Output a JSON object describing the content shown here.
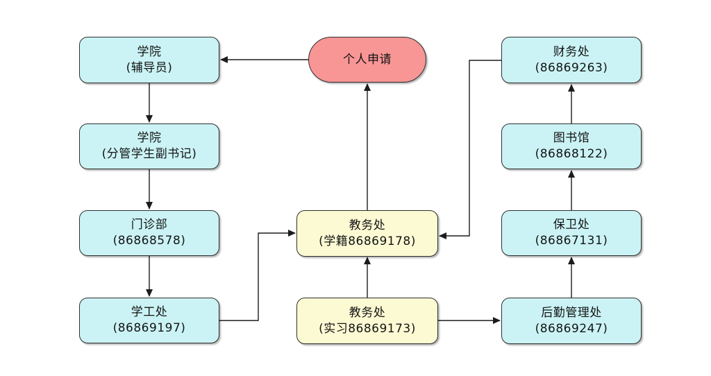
{
  "diagram": {
    "kind": "flowchart",
    "background": "#ffffff",
    "palette": {
      "department_fill": "#cbf3f5",
      "academic_office_fill": "#fcfad3",
      "start_fill": "#f89595",
      "node_border": "#2e2e2e",
      "arrow": "#1c1c1c"
    },
    "nodes": [
      {
        "id": "personal-application",
        "shape": "stadium",
        "fill": "#f89595",
        "lines": [
          "个人申请"
        ]
      },
      {
        "id": "college-counselor",
        "shape": "rounded-rect",
        "fill": "#cbf3f5",
        "lines": [
          "学院",
          "(辅导员)"
        ]
      },
      {
        "id": "college-deputy-secretary",
        "shape": "rounded-rect",
        "fill": "#cbf3f5",
        "lines": [
          "学院",
          "(分管学生副书记)"
        ]
      },
      {
        "id": "outpatient-clinic",
        "shape": "rounded-rect",
        "fill": "#cbf3f5",
        "lines": [
          "门诊部",
          "(86868578)"
        ]
      },
      {
        "id": "student-affairs-office",
        "shape": "rounded-rect",
        "fill": "#cbf3f5",
        "lines": [
          "学工处",
          "(86869197)"
        ]
      },
      {
        "id": "academic-affairs-registry",
        "shape": "rounded-rect",
        "fill": "#fcfad3",
        "lines": [
          "教务处",
          "(学籍86869178)"
        ]
      },
      {
        "id": "academic-affairs-internship",
        "shape": "rounded-rect",
        "fill": "#fcfad3",
        "lines": [
          "教务处",
          "(实习86869173)"
        ]
      },
      {
        "id": "finance-office",
        "shape": "rounded-rect",
        "fill": "#cbf3f5",
        "lines": [
          "财务处",
          "(86869263)"
        ]
      },
      {
        "id": "library",
        "shape": "rounded-rect",
        "fill": "#cbf3f5",
        "lines": [
          "图书馆",
          "(86868122)"
        ]
      },
      {
        "id": "security-office",
        "shape": "rounded-rect",
        "fill": "#cbf3f5",
        "lines": [
          "保卫处",
          "(86867131)"
        ]
      },
      {
        "id": "logistics-management-office",
        "shape": "rounded-rect",
        "fill": "#cbf3f5",
        "lines": [
          "后勤管理处",
          "(86869247)"
        ]
      }
    ],
    "edges": [
      {
        "from": "personal-application",
        "to": "college-counselor"
      },
      {
        "from": "college-counselor",
        "to": "college-deputy-secretary"
      },
      {
        "from": "college-deputy-secretary",
        "to": "outpatient-clinic"
      },
      {
        "from": "outpatient-clinic",
        "to": "student-affairs-office"
      },
      {
        "from": "student-affairs-office",
        "to": "academic-affairs-registry"
      },
      {
        "from": "academic-affairs-internship",
        "to": "academic-affairs-registry"
      },
      {
        "from": "academic-affairs-registry",
        "to": "personal-application"
      },
      {
        "from": "academic-affairs-internship",
        "to": "logistics-management-office"
      },
      {
        "from": "logistics-management-office",
        "to": "security-office"
      },
      {
        "from": "security-office",
        "to": "library"
      },
      {
        "from": "library",
        "to": "finance-office"
      },
      {
        "from": "finance-office",
        "to": "academic-affairs-registry"
      }
    ]
  }
}
